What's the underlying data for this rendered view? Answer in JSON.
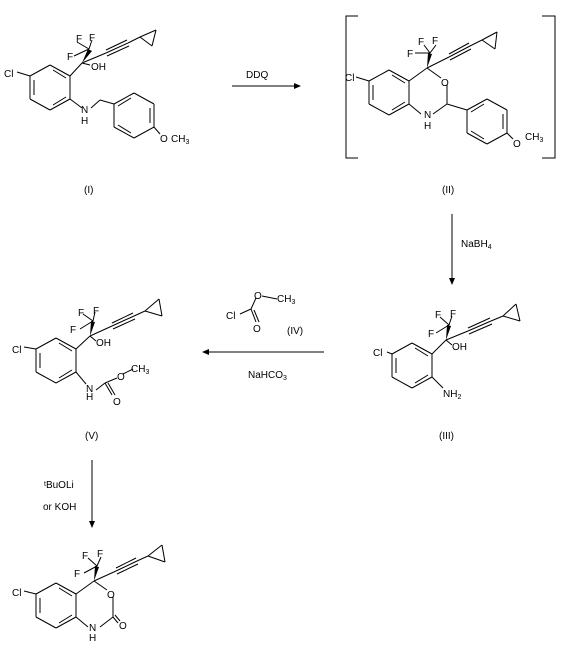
{
  "compounds": {
    "c1": {
      "label": "(I)",
      "cl": "Cl",
      "f1": "F",
      "f2": "F",
      "f3": "F",
      "oh": "OH",
      "nh": "N",
      "h": "H",
      "o": "O",
      "ch3": "CH",
      "sub3": "3"
    },
    "c2": {
      "label": "(II)",
      "cl": "Cl",
      "f1": "F",
      "f2": "F",
      "f3": "F",
      "o": "O",
      "n": "N",
      "h": "H",
      "o2": "O",
      "ch3": "CH",
      "sub3": "3"
    },
    "c3": {
      "label": "(III)",
      "cl": "Cl",
      "f1": "F",
      "f2": "F",
      "f3": "F",
      "oh": "OH",
      "nh2": "NH",
      "sub2": "2"
    },
    "c4": {
      "label": "(IV)",
      "o": "O",
      "ch3": "CH",
      "sub3": "3",
      "cl": "Cl",
      "o2": "O"
    },
    "c5": {
      "label": "(V)",
      "cl": "Cl",
      "f1": "F",
      "f2": "F",
      "f3": "F",
      "oh": "OH",
      "nh": "N",
      "h": "H",
      "o": "O",
      "ch3": "CH",
      "sub3": "3",
      "o2": "O"
    },
    "c6": {
      "cl": "Cl",
      "f1": "F",
      "f2": "F",
      "f3": "F",
      "o": "O",
      "n": "N",
      "h": "H",
      "o2": "O"
    }
  },
  "reagents": {
    "ddq": "DDQ",
    "nabh4": "NaBH",
    "nabh4_sub": "4",
    "nahco3": "NaHCO",
    "nahco3_sub": "3",
    "tbuoli_t": "t",
    "tbuoli": "BuOLi",
    "or_koh": "or KOH"
  }
}
